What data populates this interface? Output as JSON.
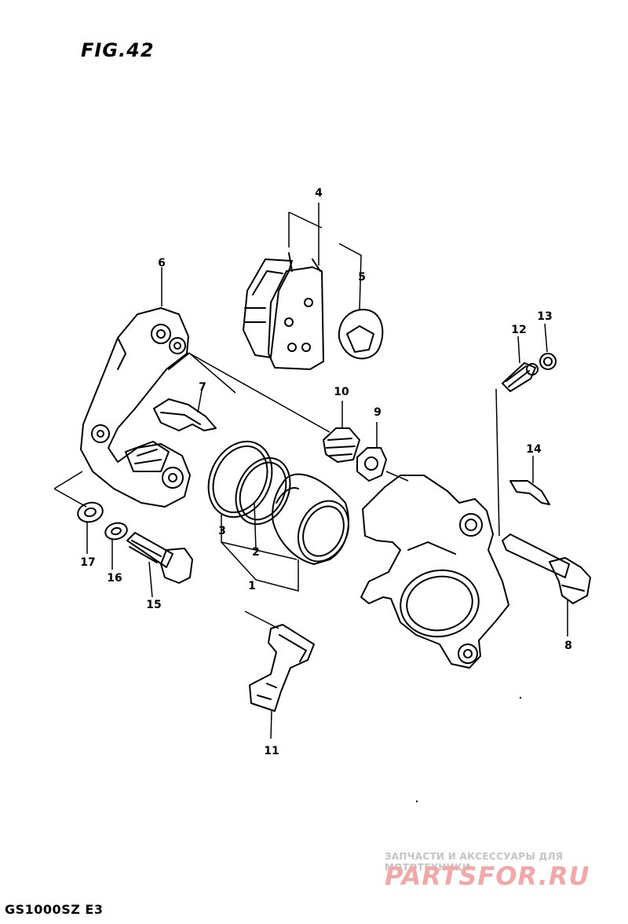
{
  "figure": {
    "title": "FIG.42"
  },
  "model": {
    "code": "GS1000SZ  E3"
  },
  "callouts": {
    "p1": "1",
    "p2": "2",
    "p3": "3",
    "p4": "4",
    "p5": "5",
    "p6": "6",
    "p7": "7",
    "p8": "8",
    "p9": "9",
    "p10": "10",
    "p11": "11",
    "p12": "12",
    "p13": "13",
    "p14": "14",
    "p15": "15",
    "p16": "16",
    "p17": "17"
  },
  "watermark": {
    "subtitle": "ЗАПЧАСТИ И АКСЕССУАРЫ ДЛЯ МОТОТЕХНИКИ",
    "logo": "PARTSFOR.RU"
  }
}
